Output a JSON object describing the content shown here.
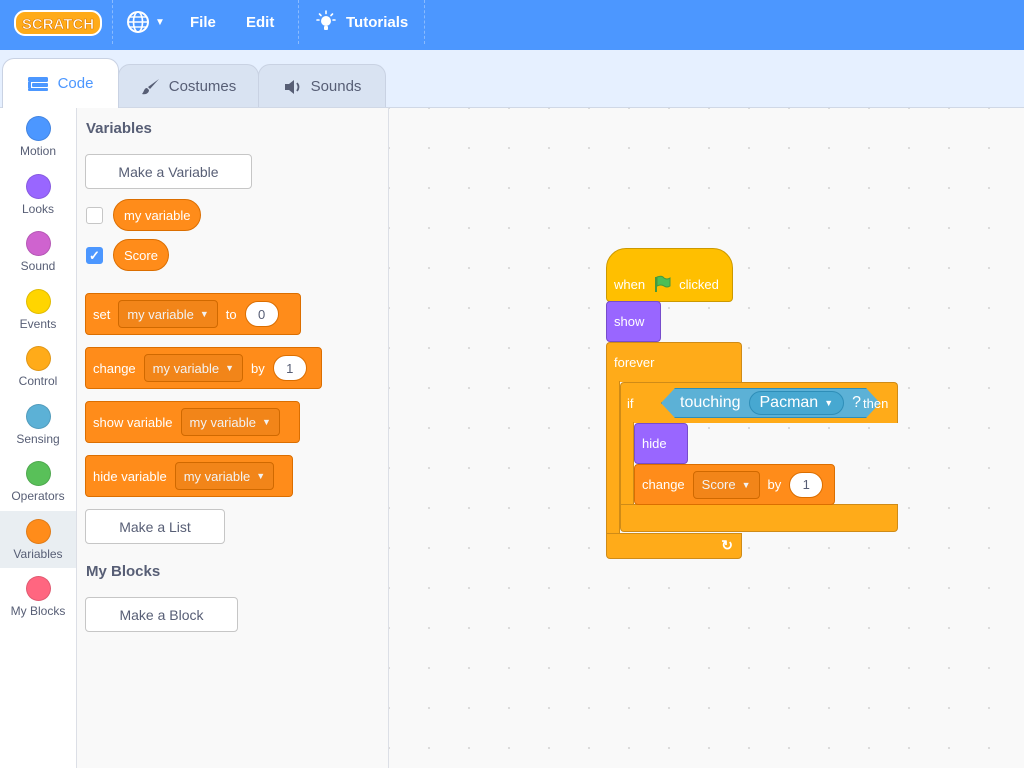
{
  "menubar": {
    "logo_text": "SCRATCH",
    "globe_icon": "globe-icon",
    "file_label": "File",
    "edit_label": "Edit",
    "tutorials_label": "Tutorials"
  },
  "tabs": [
    {
      "label": "Code",
      "icon": "code-icon"
    },
    {
      "label": "Costumes",
      "icon": "brush-icon"
    },
    {
      "label": "Sounds",
      "icon": "speaker-icon"
    }
  ],
  "categories": [
    {
      "label": "Motion",
      "color": "#4c97ff"
    },
    {
      "label": "Looks",
      "color": "#9966ff"
    },
    {
      "label": "Sound",
      "color": "#cf63cf"
    },
    {
      "label": "Events",
      "color": "#ffd500"
    },
    {
      "label": "Control",
      "color": "#ffab19"
    },
    {
      "label": "Sensing",
      "color": "#5cb1d6"
    },
    {
      "label": "Operators",
      "color": "#59c059"
    },
    {
      "label": "Variables",
      "color": "#ff8c1a"
    },
    {
      "label": "My Blocks",
      "color": "#ff6680"
    }
  ],
  "palette": {
    "variables_heading": "Variables",
    "make_variable": "Make a Variable",
    "var1": "my variable",
    "var2": "Score",
    "set_block": {
      "label": "set",
      "var": "my variable",
      "to": "to",
      "value": "0"
    },
    "change_block": {
      "label": "change",
      "var": "my variable",
      "by": "by",
      "value": "1"
    },
    "show_block": {
      "label": "show variable",
      "var": "my variable"
    },
    "hide_block": {
      "label": "hide variable",
      "var": "my variable"
    },
    "make_list": "Make a List",
    "myblocks_heading": "My Blocks",
    "make_block": "Make a Block"
  },
  "script": {
    "when_label": "when",
    "clicked_label": "clicked",
    "show_label": "show",
    "forever_label": "forever",
    "if_label": "if",
    "touching_label": "touching",
    "touching_target": "Pacman",
    "question_mark": "?",
    "then_label": "then",
    "hide_label": "hide",
    "change_label": "change",
    "change_var": "Score",
    "by_label": "by",
    "change_value": "1"
  }
}
